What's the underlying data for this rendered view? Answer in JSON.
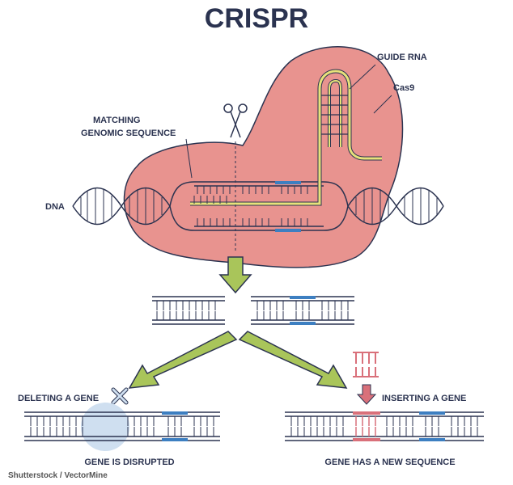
{
  "title": "CRISPR",
  "labels": {
    "guide_rna": "GUIDE RNA",
    "cas9": "Cas9",
    "matching_line1": "MATCHING",
    "matching_line2": "GENOMIC SEQUENCE",
    "dna": "DNA",
    "deleting": "DELETING A GENE",
    "inserting": "INSERTING A GENE",
    "disrupted": "GENE IS DISRUPTED",
    "new_sequence": "GENE HAS A NEW SEQUENCE"
  },
  "credit": "Shutterstock / VectorMine",
  "colors": {
    "outline": "#2b3350",
    "cas9_fill": "#e8938f",
    "guide_rna": "#e8e27a",
    "target_blue": "#3d7fc1",
    "arrow_green": "#a9c55a",
    "insert_red": "#d9707a",
    "deletion_bubble": "#cfdff0"
  }
}
